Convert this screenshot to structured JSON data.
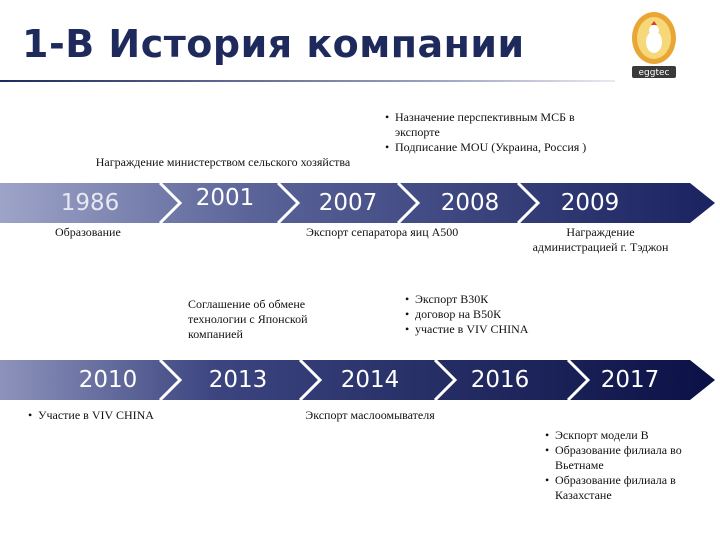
{
  "title": "1-В История компании",
  "logo_text": "eggtec",
  "colors": {
    "title": "#1f2a5c",
    "band_light": "#7c84ad",
    "band_mid": "#2c3570",
    "band_dark": "#0e1447"
  },
  "row1": {
    "years": [
      "1986",
      "2001",
      "2007",
      "2008",
      "2009"
    ]
  },
  "row2": {
    "years": [
      "2010",
      "2013",
      "2014",
      "2016",
      "2017"
    ]
  },
  "notes": {
    "n2001_award": "Награждение министерством сельского хозяйства",
    "n2008_top": [
      "Назначение перспективным МСБ в экспорте",
      "Подписание MOU (Украина, Россия )"
    ],
    "n1986": "Образование",
    "n2007": "Экспорт сепаратора яиц А500",
    "n2009": "Награждение администрацией г. Тэджон",
    "n2013": "Соглашение об обмене технологии с Японской компанией",
    "n2014_top": [
      "Экспорт В30К",
      "договор на В50К",
      "участие в VIV CHINA"
    ],
    "n2010": [
      "Участие в VIV CHINA"
    ],
    "n2014_bottom": "Экспорт маслоомывателя",
    "n2017": [
      "Эскпорт модели В",
      "Образование филиала во Вьетнаме",
      "Образование филиала в Казахстане"
    ]
  }
}
